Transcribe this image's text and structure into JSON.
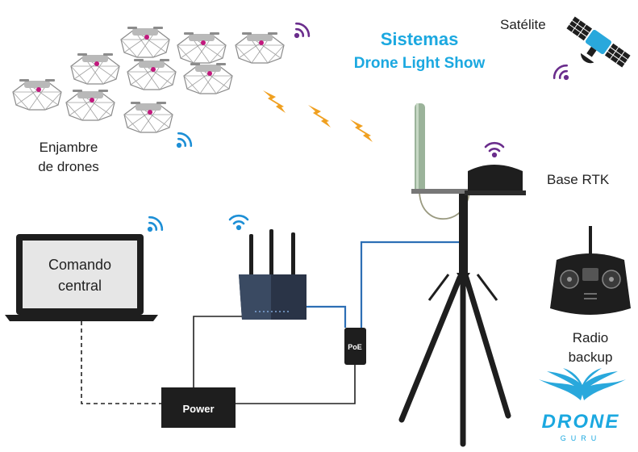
{
  "title": {
    "line1": "Sistemas",
    "line2": "Drone Light Show"
  },
  "labels": {
    "satellite": "Satélite",
    "swarm_line1": "Enjambre",
    "swarm_line2": "de drones",
    "base_rtk": "Base RTK",
    "command_line1": "Comando",
    "command_line2": "central",
    "radio_line1": "Radio",
    "radio_line2": "backup",
    "power": "Power",
    "poe": "PoE"
  },
  "logo": {
    "word": "DRONE",
    "sub": "GURU"
  },
  "colors": {
    "title": "#1ba8e0",
    "wifi_blue": "#1d8fd6",
    "wifi_purple": "#6a2d8c",
    "lightning": "#f0a020",
    "cable_blue": "#2d6fb5",
    "device_dark": "#1e1e1e",
    "laptop_screen": "#e6e6e6"
  },
  "icons": [
    "wifi-icon",
    "lightning-icon",
    "satellite-icon",
    "drone-icon",
    "router-icon",
    "laptop-icon",
    "tripod-icon",
    "radio-controller-icon",
    "logo-icon"
  ]
}
